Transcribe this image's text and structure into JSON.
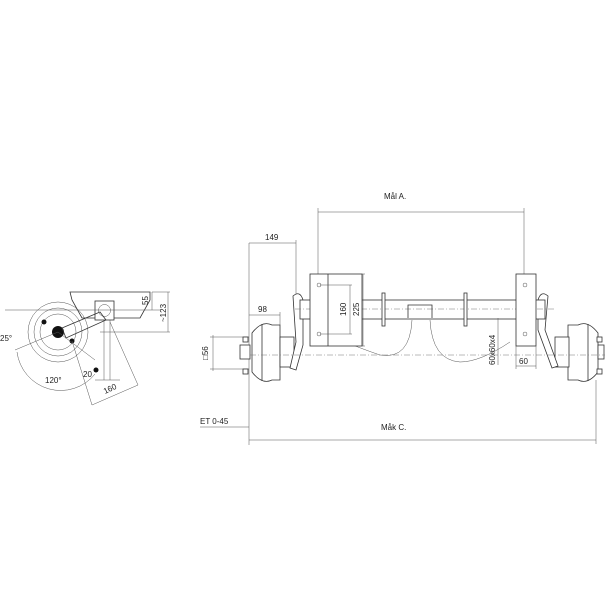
{
  "side_view": {
    "dim_bracket_height": "55",
    "dim_total_height": "~123",
    "angle_upper": "25°",
    "angle_range": "120°",
    "dim_small": "20",
    "dim_arm": "160"
  },
  "front_view": {
    "dim_a": "Mål A.",
    "dim_149": "149",
    "dim_98": "98",
    "dim_square": "□56",
    "dim_160": "160",
    "dim_225": "225",
    "dim_tube": "60x60x4",
    "dim_60": "60",
    "offset": "ET 0-45",
    "dim_c": "Måk C."
  }
}
